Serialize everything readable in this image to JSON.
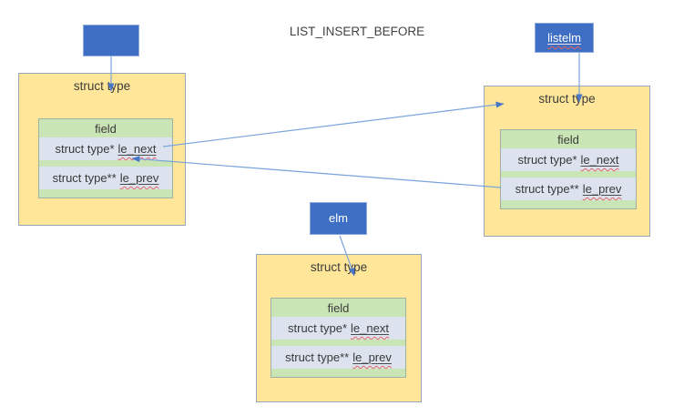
{
  "title": "LIST_INSERT_BEFORE",
  "nodes": [
    {
      "id": "left",
      "title": "struct type",
      "field_label": "field",
      "rows": [
        {
          "type": "struct type*",
          "name": "le_next"
        },
        {
          "type": "struct type**",
          "name": "le_prev"
        }
      ]
    },
    {
      "id": "right",
      "title": "struct type",
      "field_label": "field",
      "rows": [
        {
          "type": "struct type*",
          "name": "le_next"
        },
        {
          "type": "struct type**",
          "name": "le_prev"
        }
      ]
    },
    {
      "id": "middle",
      "title": "struct type",
      "field_label": "field",
      "rows": [
        {
          "type": "struct type*",
          "name": "le_next"
        },
        {
          "type": "struct type**",
          "name": "le_prev"
        }
      ]
    }
  ],
  "pointers": [
    {
      "id": "unlabeled",
      "label": ""
    },
    {
      "id": "listelm",
      "label": "listelm"
    },
    {
      "id": "elm",
      "label": "elm"
    }
  ],
  "arrows": [
    {
      "id": "unlabeled-pointer-down",
      "from": "unlabeled-pointer-box",
      "to": "left-node-title"
    },
    {
      "id": "listelm-pointer-down",
      "from": "listelm-pointer-box",
      "to": "right-node-title"
    },
    {
      "id": "elm-pointer-down",
      "from": "elm-pointer-box",
      "to": "middle-node-title"
    },
    {
      "id": "le-next-to-right-node",
      "from": "left-node-le-next",
      "to": "right-node"
    },
    {
      "id": "right-le-prev-to-le-next",
      "from": "right-node-le-prev",
      "to": "left-node-le-next"
    }
  ],
  "colors": {
    "node_fill": "#ffe699",
    "node_border": "#97a5bb",
    "field_fill": "#c9e4b5",
    "row_fill": "#dce3ef",
    "pointer_fill": "#3e6fc4",
    "arrow_stroke": "#7aa3dc",
    "arrowhead_fill": "#4877c8",
    "text": "#3c3c3c",
    "spellcheck_underline": "#e2645f"
  }
}
